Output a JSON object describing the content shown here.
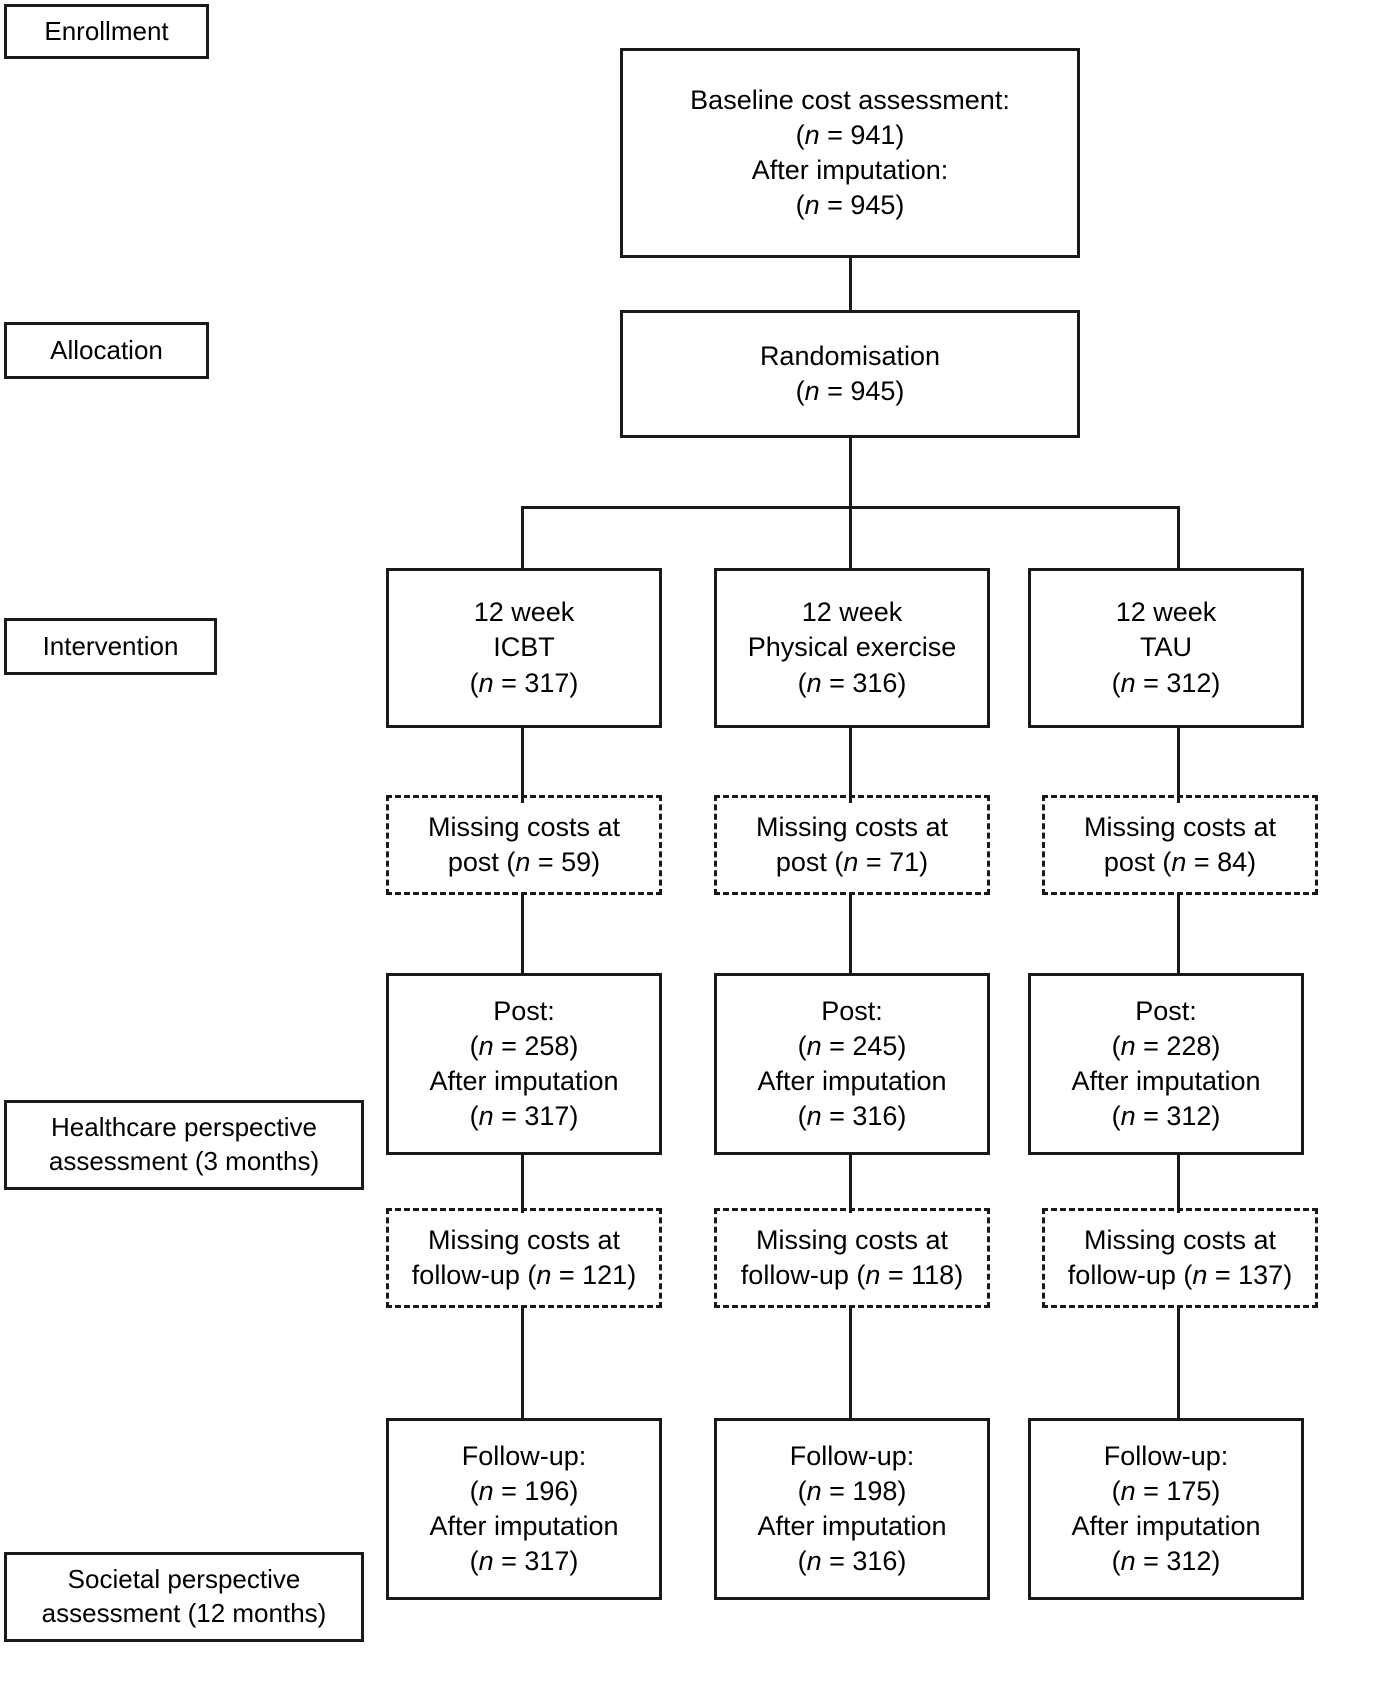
{
  "diagram": {
    "title": "CONSORT health-economic flow diagram",
    "type": "flowchart",
    "stage_labels": [
      {
        "id": "enrollment",
        "lines": [
          "Enrollment"
        ]
      },
      {
        "id": "allocation",
        "lines": [
          "Allocation"
        ]
      },
      {
        "id": "intervention",
        "lines": [
          "Intervention"
        ]
      },
      {
        "id": "healthcare",
        "lines": [
          "Healthcare perspective",
          "assessment (3 months)"
        ]
      },
      {
        "id": "societal",
        "lines": [
          "Societal perspective",
          "assessment (12 months)"
        ]
      }
    ],
    "baseline": {
      "line1": "Baseline cost assessment:",
      "line2_pre": "(",
      "line2_n": "n",
      "line2_post": " = 941)",
      "line3": "After imputation:",
      "line4_pre": "(",
      "line4_n": "n",
      "line4_post": " = 945)"
    },
    "randomisation": {
      "line1": "Randomisation",
      "line2_pre": "(",
      "line2_n": "n",
      "line2_post": " = 945)"
    },
    "arms": [
      {
        "id": "icbt",
        "intervention": {
          "line1": "12 week",
          "line2": "ICBT",
          "line3_pre": "(",
          "line3_n": "n",
          "line3_post": " = 317)"
        },
        "missing_post": {
          "line1": "Missing costs at",
          "line2_pre": "post (",
          "line2_n": "n",
          "line2_post": " = 59)"
        },
        "post": {
          "line1": "Post:",
          "line2_pre": "(",
          "line2_n": "n",
          "line2_post": " = 258)",
          "line3": "After imputation",
          "line4_pre": "(",
          "line4_n": "n",
          "line4_post": " = 317)"
        },
        "missing_followup": {
          "line1": "Missing costs at",
          "line2_pre": "follow-up (",
          "line2_n": "n",
          "line2_post": " = 121)"
        },
        "followup": {
          "line1": "Follow-up:",
          "line2_pre": "(",
          "line2_n": "n",
          "line2_post": " = 196)",
          "line3": "After imputation",
          "line4_pre": "(",
          "line4_n": "n",
          "line4_post": " = 317)"
        }
      },
      {
        "id": "physical-exercise",
        "intervention": {
          "line1": "12 week",
          "line2": "Physical exercise",
          "line3_pre": "(",
          "line3_n": "n",
          "line3_post": " = 316)"
        },
        "missing_post": {
          "line1": "Missing costs at",
          "line2_pre": "post (",
          "line2_n": "n",
          "line2_post": " = 71)"
        },
        "post": {
          "line1": "Post:",
          "line2_pre": "(",
          "line2_n": "n",
          "line2_post": " = 245)",
          "line3": "After imputation",
          "line4_pre": "(",
          "line4_n": "n",
          "line4_post": " = 316)"
        },
        "missing_followup": {
          "line1": "Missing costs at",
          "line2_pre": "follow-up (",
          "line2_n": "n",
          "line2_post": " = 118)"
        },
        "followup": {
          "line1": "Follow-up:",
          "line2_pre": "(",
          "line2_n": "n",
          "line2_post": " = 198)",
          "line3": "After imputation",
          "line4_pre": "(",
          "line4_n": "n",
          "line4_post": " = 316)"
        }
      },
      {
        "id": "tau",
        "intervention": {
          "line1": "12 week",
          "line2": "TAU",
          "line3_pre": "(",
          "line3_n": "n",
          "line3_post": " = 312)"
        },
        "missing_post": {
          "line1": "Missing costs at",
          "line2_pre": "post (",
          "line2_n": "n",
          "line2_post": " = 84)"
        },
        "post": {
          "line1": "Post:",
          "line2_pre": "(",
          "line2_n": "n",
          "line2_post": " = 228)",
          "line3": "After imputation",
          "line4_pre": "(",
          "line4_n": "n",
          "line4_post": " = 312)"
        },
        "missing_followup": {
          "line1": "Missing costs at",
          "line2_pre": "follow-up (",
          "line2_n": "n",
          "line2_post": " = 137)"
        },
        "followup": {
          "line1": "Follow-up:",
          "line2_pre": "(",
          "line2_n": "n",
          "line2_post": " = 175)",
          "line3": "After imputation",
          "line4_pre": "(",
          "line4_n": "n",
          "line4_post": " = 312)"
        }
      }
    ],
    "colors": {
      "line": "#1a1a1a",
      "background": "#ffffff",
      "text": "#000000"
    }
  }
}
